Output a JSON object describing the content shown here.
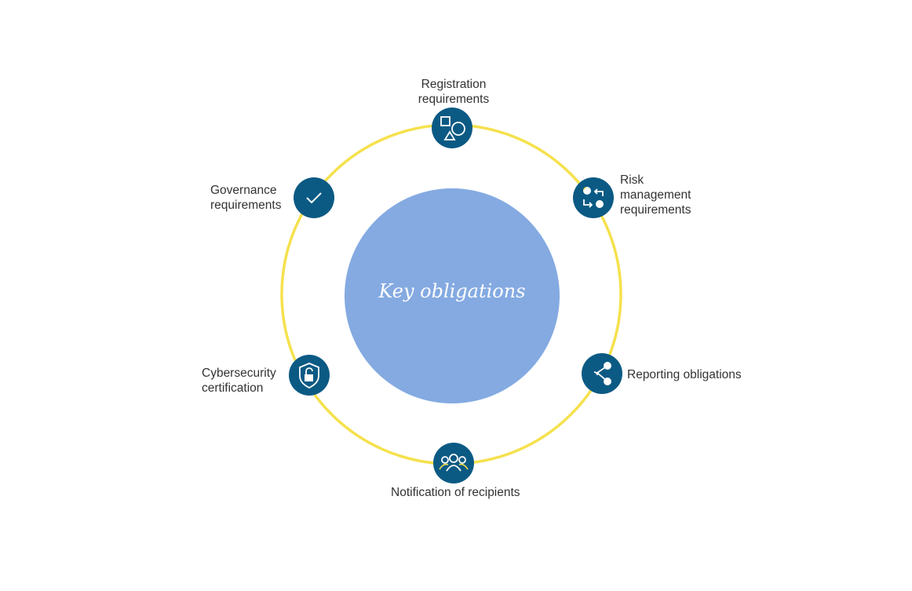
{
  "title": "Key obligations",
  "colors": {
    "ring": "#f5e14d",
    "center": "#84aae1",
    "node": "#0b5a84",
    "accent": "#f5e14d"
  },
  "nodes": [
    {
      "label": "Registration\nrequirements",
      "icon": "shapes-icon"
    },
    {
      "label": "Risk\nmanagement\nrequirements",
      "icon": "process-flow-icon"
    },
    {
      "label": "Reporting obligations",
      "icon": "share-icon"
    },
    {
      "label": "Notification of recipients",
      "icon": "people-group-icon"
    },
    {
      "label": "Cybersecurity\ncertification",
      "icon": "shield-lock-icon"
    },
    {
      "label": "Governance\nrequirements",
      "icon": "checkmark-icon"
    }
  ]
}
